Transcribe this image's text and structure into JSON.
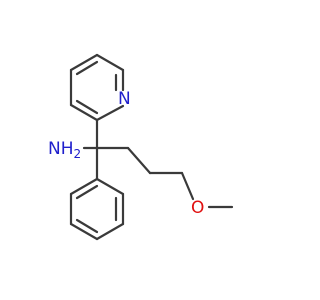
{
  "molecule": {
    "atoms": {
      "pyridine_n": {
        "text": "N",
        "color": "#1f1fcc"
      },
      "amine": {
        "text": "NH",
        "subscript": "2",
        "color": "#1f1fcc"
      },
      "ether_o": {
        "text": "O",
        "color": "#e01010"
      }
    },
    "bond_color": "#3a3a3a"
  }
}
